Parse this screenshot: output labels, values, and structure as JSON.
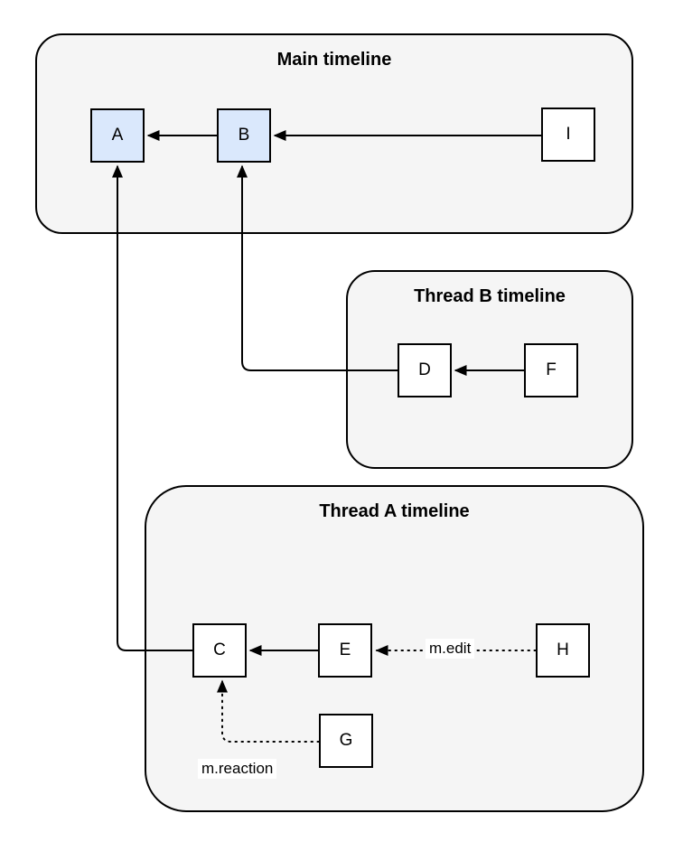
{
  "containers": {
    "main": {
      "title": "Main timeline"
    },
    "thread_b": {
      "title": "Thread B timeline"
    },
    "thread_a": {
      "title": "Thread A timeline"
    }
  },
  "nodes": {
    "a": {
      "label": "A"
    },
    "b": {
      "label": "B"
    },
    "i": {
      "label": "I"
    },
    "d": {
      "label": "D"
    },
    "f": {
      "label": "F"
    },
    "c": {
      "label": "C"
    },
    "e": {
      "label": "E"
    },
    "h": {
      "label": "H"
    },
    "g": {
      "label": "G"
    }
  },
  "edge_labels": {
    "edit": "m.edit",
    "reaction": "m.reaction"
  },
  "colors": {
    "node_highlight_fill": "#dae8fc",
    "node_fill": "#ffffff",
    "container_fill": "#f5f5f5",
    "stroke": "#000000"
  }
}
